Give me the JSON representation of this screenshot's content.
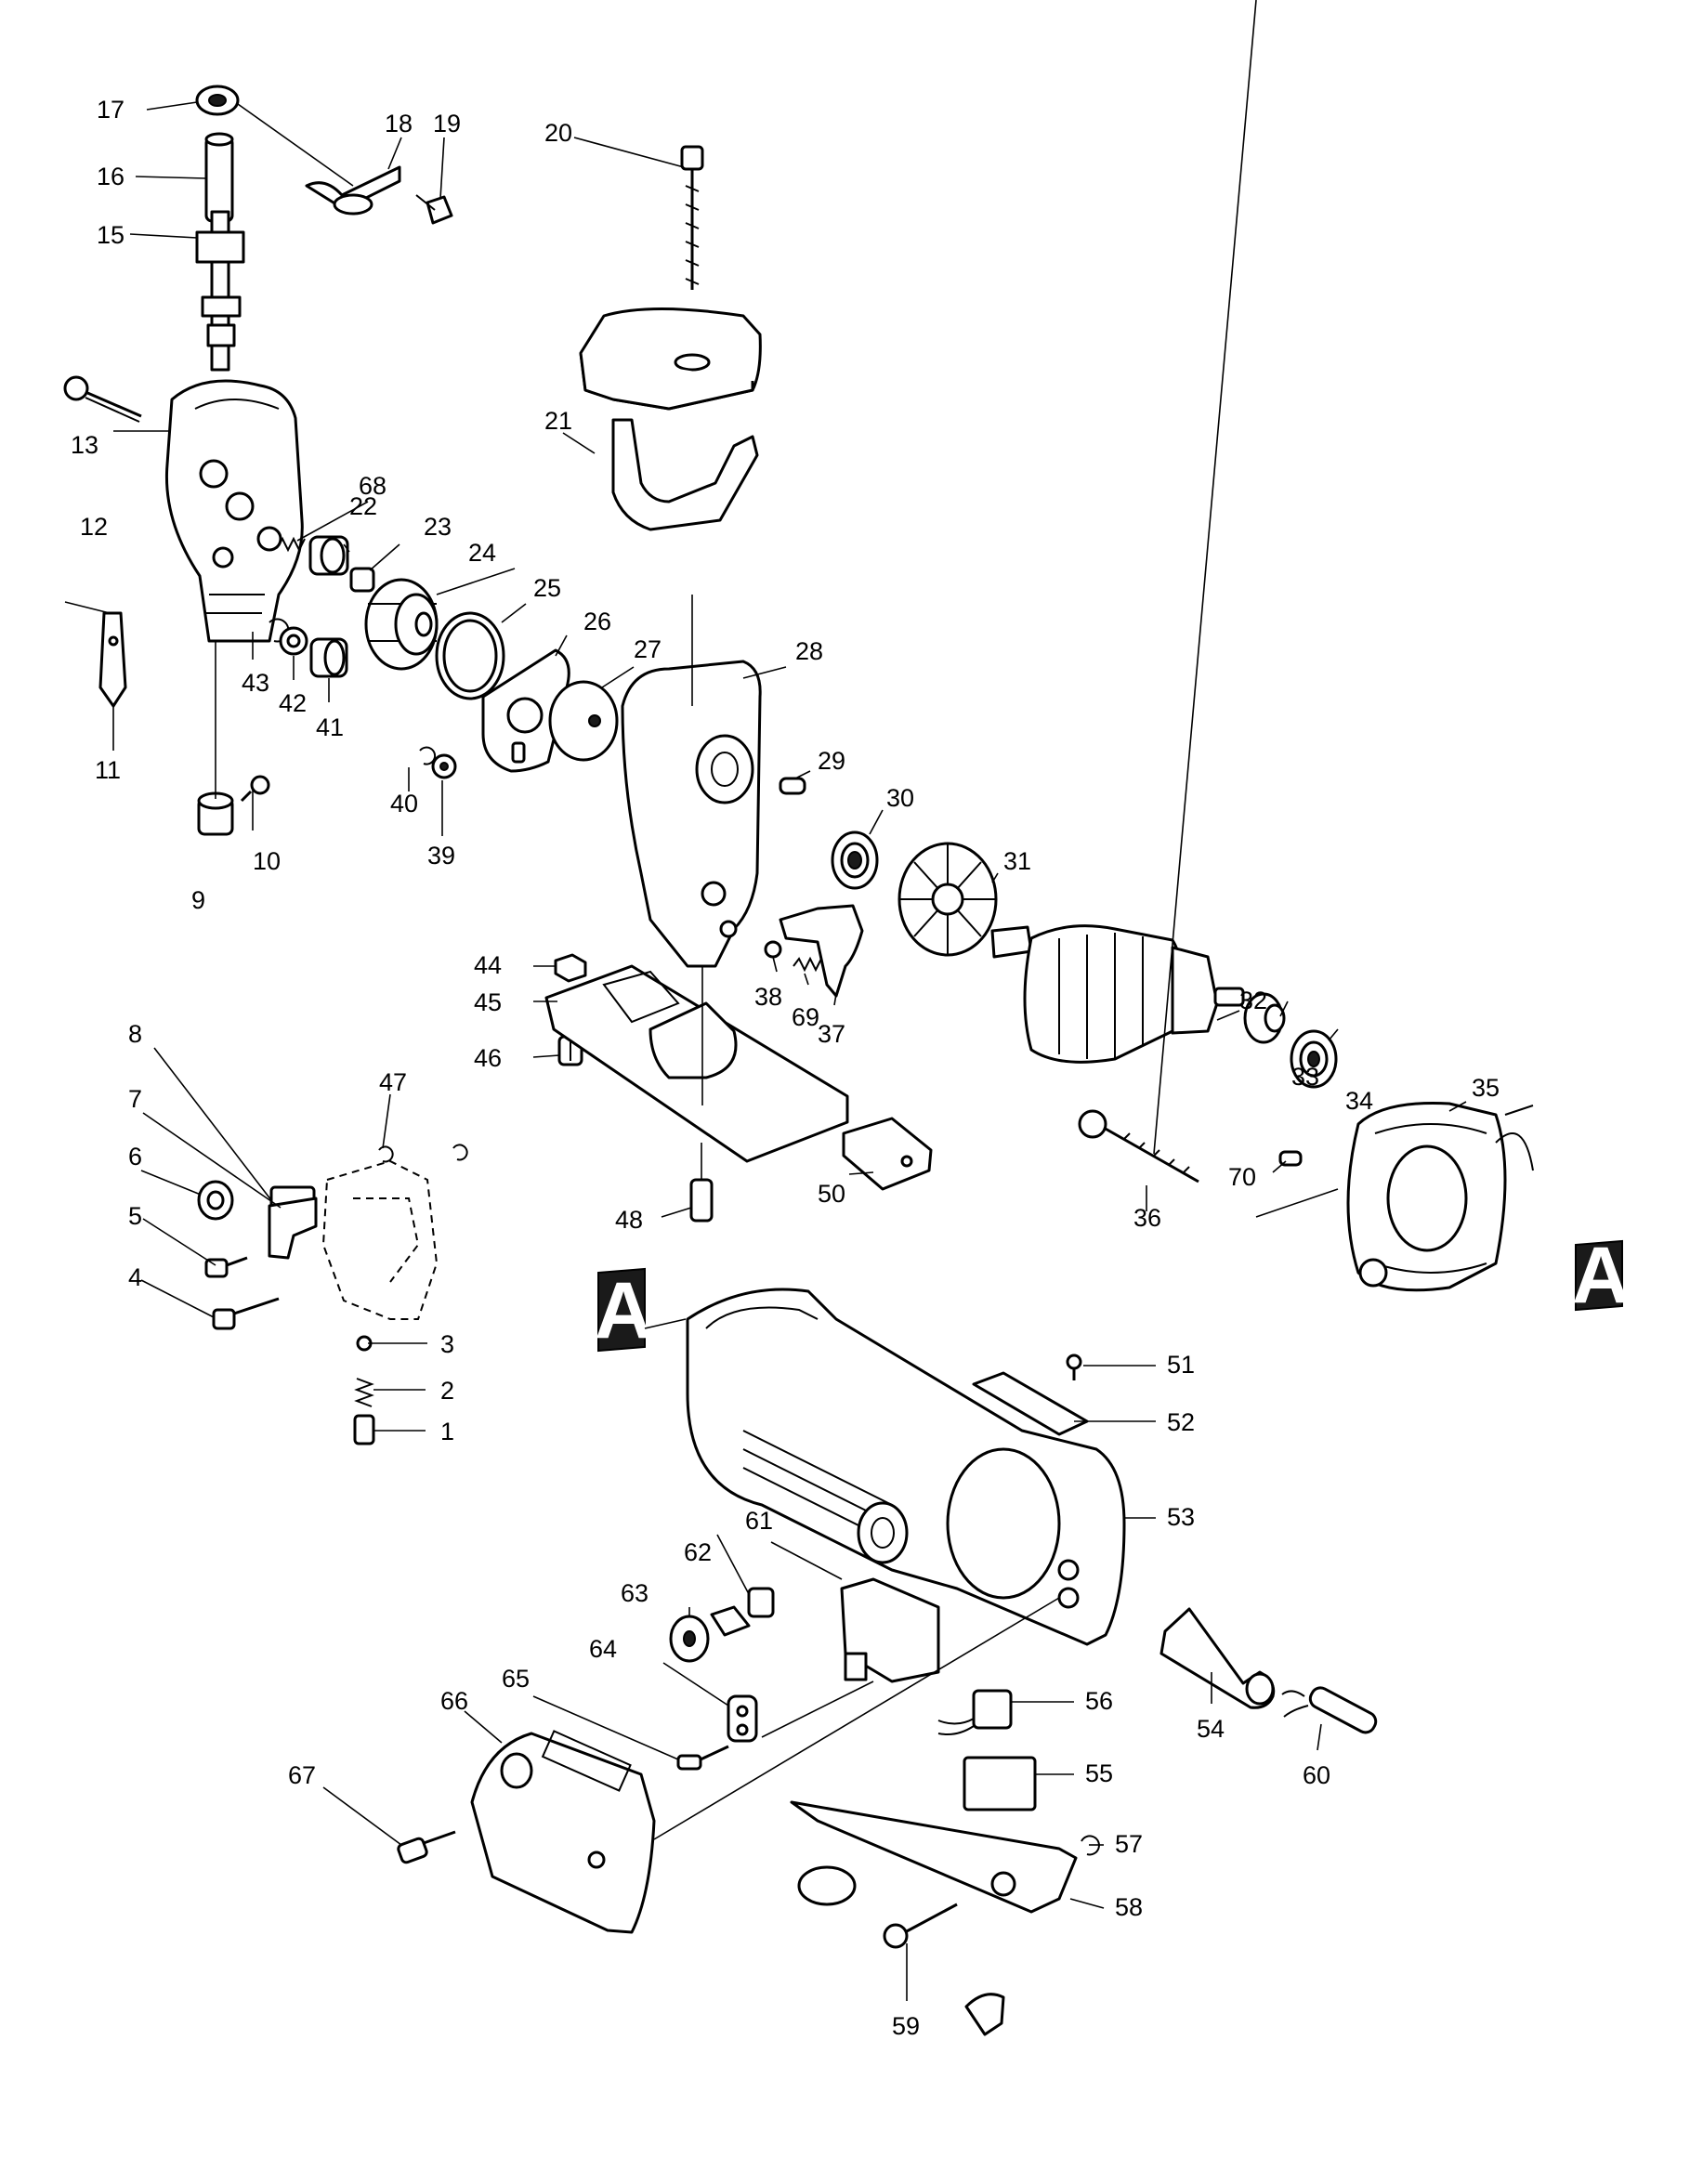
{
  "diagram": {
    "type": "exploded-parts-view",
    "section_marker": "A",
    "part_numbers": [
      "1",
      "2",
      "3",
      "4",
      "5",
      "6",
      "7",
      "8",
      "9",
      "10",
      "11",
      "12",
      "13",
      "15",
      "16",
      "17",
      "18",
      "19",
      "20",
      "21",
      "22",
      "23",
      "24",
      "25",
      "26",
      "27",
      "28",
      "29",
      "30",
      "31",
      "32",
      "33",
      "34",
      "35",
      "36",
      "37",
      "38",
      "39",
      "40",
      "41",
      "42",
      "43",
      "44",
      "45",
      "46",
      "47",
      "48",
      "50",
      "51",
      "52",
      "53",
      "54",
      "55",
      "56",
      "57",
      "58",
      "59",
      "60",
      "61",
      "62",
      "63",
      "64",
      "65",
      "66",
      "67",
      "68",
      "69",
      "70"
    ]
  }
}
